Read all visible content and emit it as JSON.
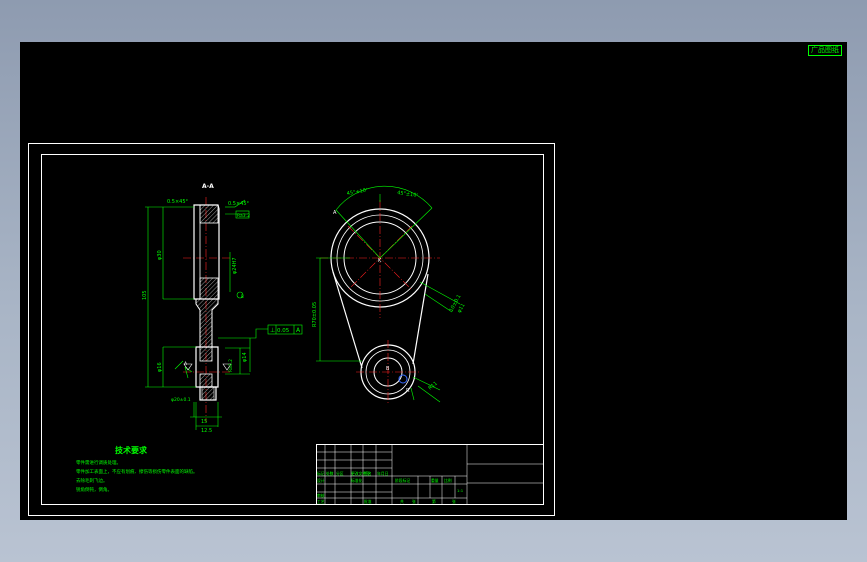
{
  "corner_tag": "广品图纸",
  "section_label": "A-A",
  "views": {
    "side": {
      "top_chamfer": "0.5×45°",
      "top_right_callout": "0.5×45°",
      "roughness_top": "Ra3.2",
      "bore_dim": "φ24H7",
      "height_total": "105",
      "height_upper": "φ30",
      "height_lower": "φ16",
      "fit_dim": "φ14",
      "lower_roughness": "Ra3.2",
      "bottom_dim": "φ20±0.1",
      "width_dim": "15",
      "bottom_width": "12.5",
      "tolerance_frame_symbol": "⊥",
      "tolerance_frame_value": "0.05",
      "tolerance_frame_ref": "A",
      "marker_a": "A",
      "datum_b": "B"
    },
    "top": {
      "angle_left": "45°±10'",
      "angle_right": "45°±10'",
      "center_distance": "R70±0.05",
      "label_a": "A",
      "label_b": "B",
      "center_label": "K",
      "r_callout": "R3",
      "r_callout_small": "R3",
      "right_dim_1": "10±0.1",
      "right_dim_2": "φ11",
      "bottom_dim": "R11",
      "bottom_r": "R"
    }
  },
  "notes": {
    "title": "技术要求",
    "lines": [
      "零件需进行调质处理。",
      "零件加工表面上，不应有划痕、擦伤等损伤零件表面的缺陷。",
      "去除毛刺飞边。",
      "锐角倒钝，倒角。"
    ]
  },
  "title_block": {
    "row_labels": [
      "标记",
      "处数",
      "分区",
      "更改文件号",
      "签名",
      "年月日"
    ],
    "row2": [
      "设计",
      "",
      "",
      "标准化",
      "",
      ""
    ],
    "row3": [
      "审核",
      "",
      "",
      "",
      "",
      ""
    ],
    "row4": [
      "工艺",
      "",
      "",
      "批准",
      "",
      ""
    ],
    "stage_labels": [
      "阶段标记",
      "重量",
      "比例"
    ],
    "scale": "1:1",
    "sheet": [
      "共",
      "张",
      "第",
      "张"
    ]
  },
  "colors": {
    "geometry": "#ffffff",
    "dimension": "#00ff00",
    "centerline": "#ff2020",
    "hatch": "#ffffff",
    "background": "#000000"
  }
}
